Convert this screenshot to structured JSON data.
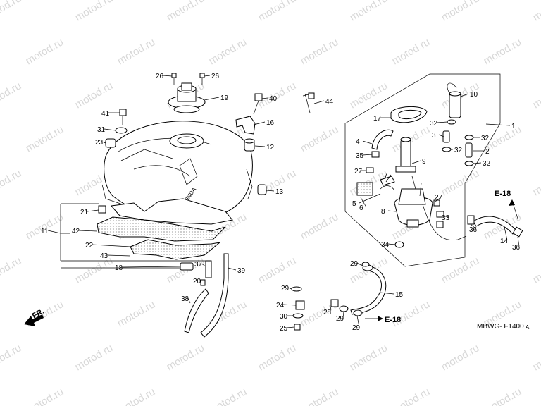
{
  "watermark": "motod.ru",
  "direction_label": "FR.",
  "diagram_code": "MBWG- F1400",
  "diagram_code_suffix": "A",
  "references": [
    "E-18",
    "E-18"
  ],
  "callouts": [
    "1",
    "2",
    "3",
    "4",
    "5",
    "6",
    "7",
    "8",
    "9",
    "10",
    "11",
    "12",
    "13",
    "14",
    "15",
    "16",
    "17",
    "18",
    "19",
    "20",
    "21",
    "22",
    "23",
    "24",
    "25",
    "26",
    "26",
    "27",
    "27",
    "28",
    "29",
    "29",
    "29",
    "29",
    "30",
    "31",
    "32",
    "32",
    "32",
    "32",
    "33",
    "34",
    "35",
    "36",
    "36",
    "37",
    "38",
    "39",
    "40",
    "41",
    "42",
    "43",
    "44"
  ],
  "tank_logo": "HONDA",
  "colors": {
    "line": "#000000",
    "watermark": "#d8d8d8",
    "background": "#ffffff"
  }
}
